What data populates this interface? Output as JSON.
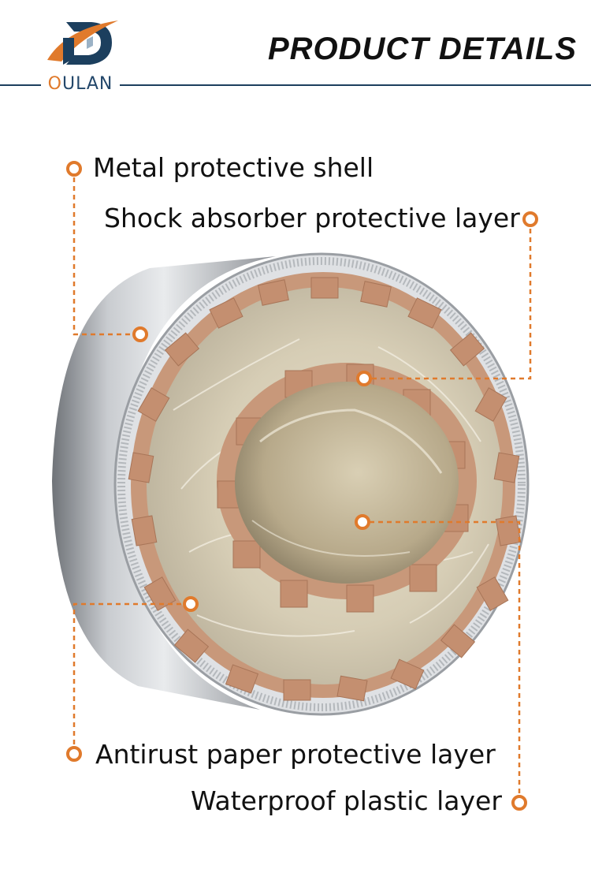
{
  "header": {
    "brand_name": "OULAN",
    "title": "PRODUCT DETAILS",
    "line_color": "#1c3f5e"
  },
  "accent_color": "#e07a2c",
  "callouts": [
    {
      "id": "metal-protective-shell",
      "label": "Metal protective shell"
    },
    {
      "id": "shock-absorber-protective-layer",
      "label": "Shock absorber protective layer"
    },
    {
      "id": "antirust-paper-protective-layer",
      "label": "Antirust paper protective layer"
    },
    {
      "id": "waterproof-plastic-layer",
      "label": "Waterproof plastic layer"
    }
  ],
  "product_image": {
    "icon": "steel-coil-image"
  }
}
